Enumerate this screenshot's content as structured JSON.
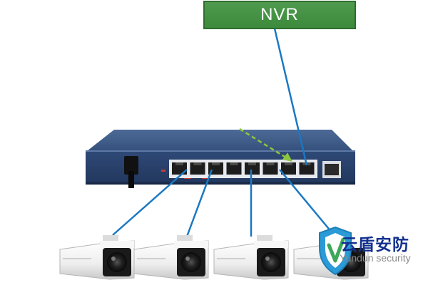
{
  "nvr": {
    "label": "NVR"
  },
  "switch": {
    "port_count": 8,
    "uplink_port_count": 1
  },
  "cameras": {
    "count": 4
  },
  "watermark": {
    "name": "云盾安防",
    "subtitle": "Yundun security"
  },
  "colors": {
    "link": "#1a78c2",
    "nvr_box": "#45924a",
    "switch_body": "#2d4570",
    "dashed_arrow": "#8cc63f",
    "brand_text": "#12318f"
  }
}
